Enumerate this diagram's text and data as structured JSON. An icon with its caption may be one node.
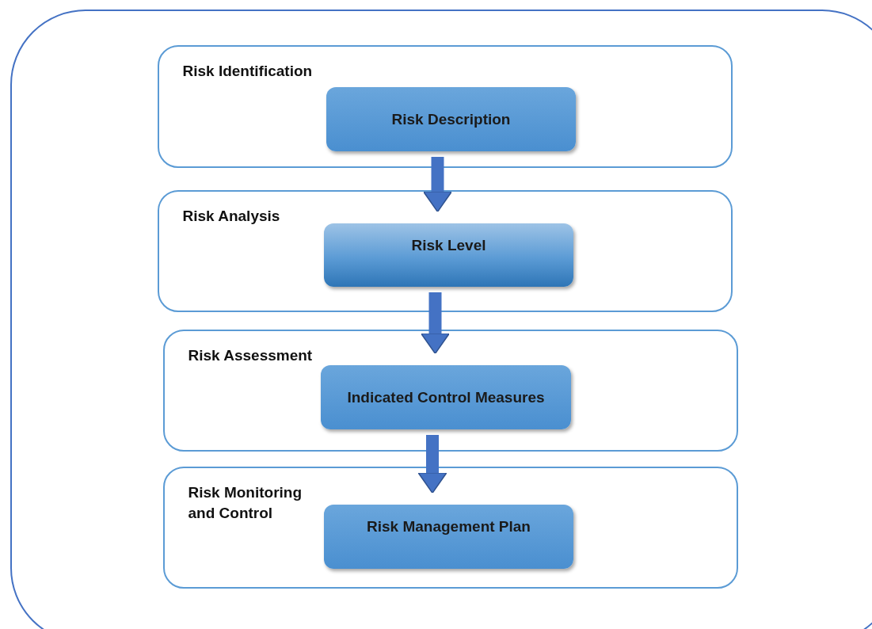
{
  "diagram": {
    "nodes": [
      {
        "text": [],
        "shape": "box"
      },
      {
        "text": [
          "Risk Identification"
        ],
        "in": 0
      },
      {
        "text": [
          "Risk Description"
        ],
        "in": 1
      },
      {
        "text": [
          "Risk Analysis"
        ],
        "in": 0
      },
      {
        "text": [
          "Risk Level"
        ],
        "in": 3
      },
      {
        "text": [
          "Risk Assessment"
        ],
        "in": 0
      },
      {
        "text": [
          "Indicated Control Measures"
        ],
        "in": 5
      },
      {
        "text": [
          "Risk Monitoring and Control"
        ],
        "in": 0
      },
      {
        "text": [
          "Risk Management Plan"
        ],
        "in": 7
      }
    ],
    "edges": [
      {
        "from": 2,
        "to": 4,
        "arrow": "to"
      },
      {
        "from": 4,
        "to": 6,
        "arrow": "to"
      },
      {
        "from": 6,
        "to": 8,
        "arrow": "to"
      }
    ]
  }
}
